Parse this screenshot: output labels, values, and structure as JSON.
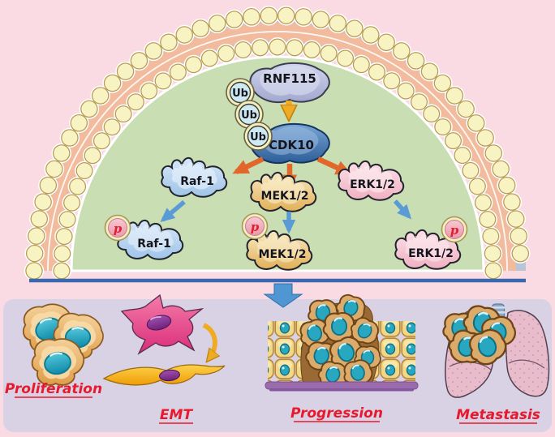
{
  "figure": {
    "type": "signaling-pathway-diagram",
    "cell": {
      "ligase": "RNF115",
      "ubiquitins": [
        "Ub",
        "Ub",
        "Ub"
      ],
      "hub_kinase": "CDK10",
      "substrates": [
        "Raf-1",
        "MEK1/2",
        "ERK1/2"
      ],
      "phosphorylated": [
        "Raf-1",
        "MEK1/2",
        "ERK1/2"
      ],
      "phospho_mark": "p"
    },
    "outcomes": [
      "Proliferation",
      "EMT",
      "Progression",
      "Metastasis"
    ]
  },
  "colors": {
    "outside_bg": "#fadbe3",
    "cytoplasm": "#c9dfb3",
    "membrane_bead": "#f8f3c3",
    "membrane_bead_outline": "#b79a55",
    "membrane_band_salmon": "#f2bb9d",
    "membrane_band_gray": "#b7c5d9",
    "panel_bg": "#d8d2e4",
    "rnf115_fill": "#b9bedf",
    "cdk10_fill": "#4a80b8",
    "raf_fill": "#bdd8f1",
    "mek_fill": "#eecb81",
    "erk_fill": "#f6c6d3",
    "ub_fill": "#cfe9f3",
    "phospho_fill": "#f3b0bf",
    "arrow_orange": "#e2672a",
    "arrow_blue": "#5b9bd5",
    "arrow_yellow": "#f0ab25",
    "divider_blue": "#3a67ad",
    "label_red": "#e8192c"
  }
}
